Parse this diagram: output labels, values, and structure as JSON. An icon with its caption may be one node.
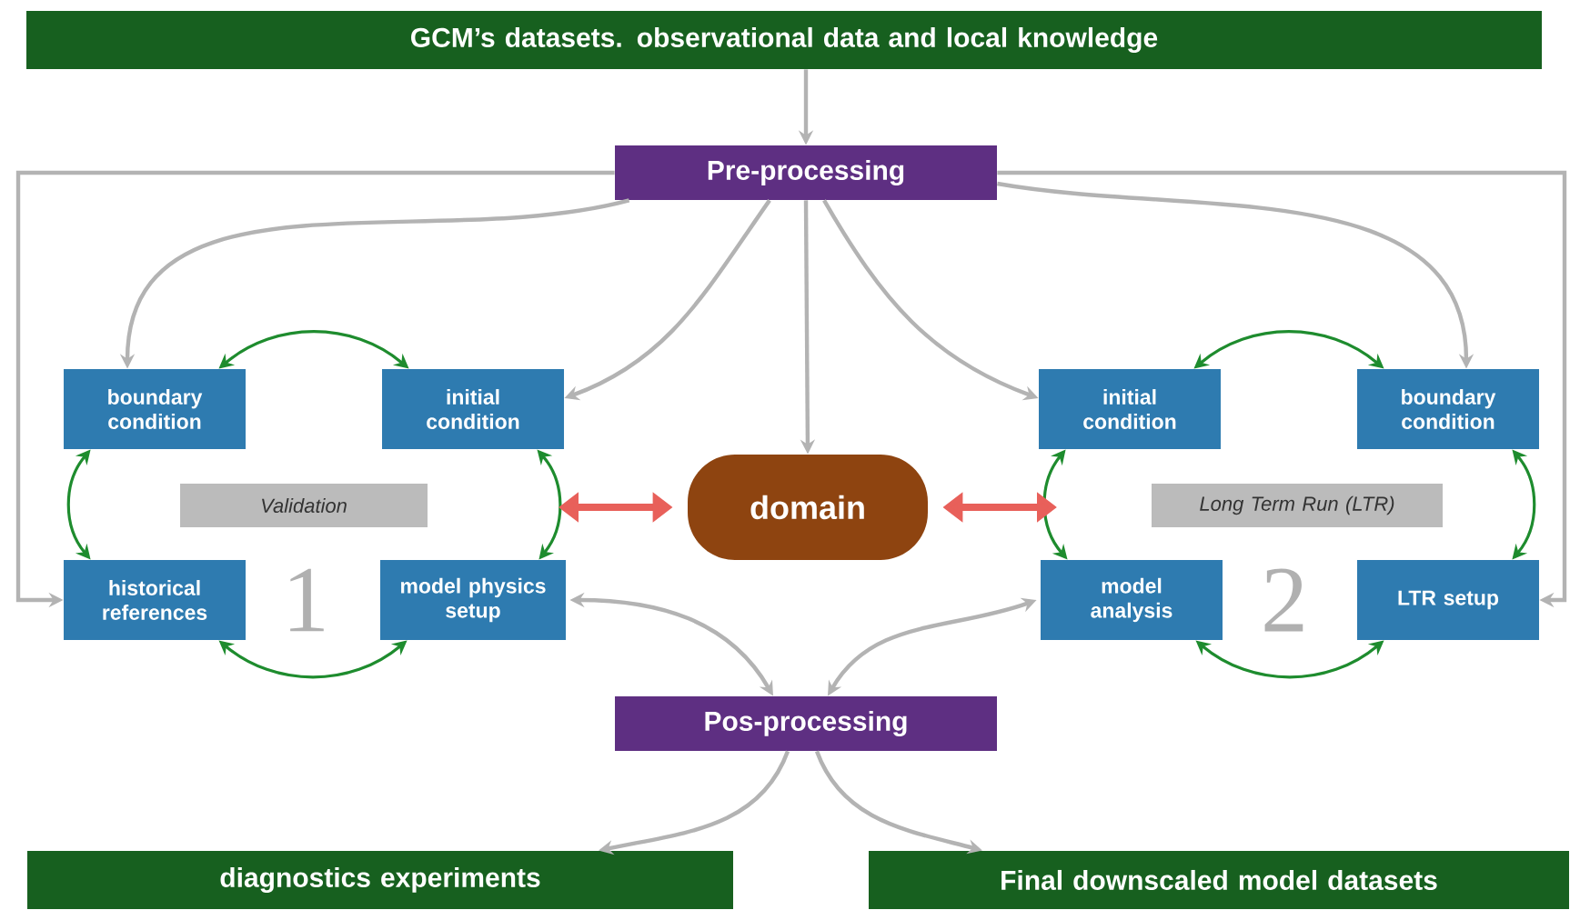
{
  "diagram": {
    "nodes": [
      {
        "text": [
          "GCM’s datasets. observational data and local knowledge"
        ]
      },
      {
        "text": [
          "Pre-processing"
        ]
      },
      {
        "text": [
          "boundary condition"
        ]
      },
      {
        "text": [
          "initial condition"
        ]
      },
      {
        "text": [
          "Validation"
        ]
      },
      {
        "text": [
          "historical references"
        ]
      },
      {
        "text": [
          "model physics setup"
        ]
      },
      {
        "text": [
          "domain"
        ]
      },
      {
        "text": [
          "initial condition"
        ]
      },
      {
        "text": [
          "boundary condition"
        ]
      },
      {
        "text": [
          "Long Term Run (LTR)"
        ]
      },
      {
        "text": [
          "model analysis"
        ]
      },
      {
        "text": [
          "LTR setup"
        ]
      },
      {
        "text": [
          "Pos-processing"
        ]
      },
      {
        "text": [
          "diagnostics experiments"
        ]
      },
      {
        "text": [
          "Final downscaled model datasets"
        ]
      }
    ],
    "edges": [
      {
        "from": 0,
        "to": 1,
        "arrow": "to"
      },
      {
        "from": 1,
        "to": 2,
        "arrow": "to"
      },
      {
        "from": 1,
        "to": 3,
        "arrow": "to"
      },
      {
        "from": 1,
        "to": 7,
        "arrow": "to"
      },
      {
        "from": 1,
        "to": 8,
        "arrow": "to"
      },
      {
        "from": 1,
        "to": 9,
        "arrow": "to"
      },
      {
        "from": 1,
        "to": 5,
        "arrow": "to"
      },
      {
        "from": 1,
        "to": 12,
        "arrow": "to"
      },
      {
        "from": 2,
        "to": 3,
        "arrow": "both",
        "color": "#1e8c2e"
      },
      {
        "from": 3,
        "to": 6,
        "arrow": "both",
        "color": "#1e8c2e"
      },
      {
        "from": 6,
        "to": 5,
        "arrow": "both",
        "color": "#1e8c2e"
      },
      {
        "from": 5,
        "to": 2,
        "arrow": "both",
        "color": "#1e8c2e"
      },
      {
        "from": 8,
        "to": 9,
        "arrow": "both",
        "color": "#1e8c2e"
      },
      {
        "from": 9,
        "to": 12,
        "arrow": "both",
        "color": "#1e8c2e"
      },
      {
        "from": 12,
        "to": 11,
        "arrow": "both",
        "color": "#1e8c2e"
      },
      {
        "from": 11,
        "to": 8,
        "arrow": "both",
        "color": "#1e8c2e"
      },
      {
        "from": 7,
        "to": null,
        "arrow": "both",
        "style": "thick",
        "color": "#e8605a"
      },
      {
        "from": 7,
        "to": null,
        "arrow": "both",
        "style": "thick",
        "color": "#e8605a"
      },
      {
        "from": 6,
        "to": 13,
        "arrow": "both"
      },
      {
        "from": 11,
        "to": 13,
        "arrow": "both"
      },
      {
        "from": 13,
        "to": 14,
        "arrow": "to"
      },
      {
        "from": 13,
        "to": 15,
        "arrow": "to"
      }
    ],
    "labels": [
      "1",
      "2"
    ]
  }
}
